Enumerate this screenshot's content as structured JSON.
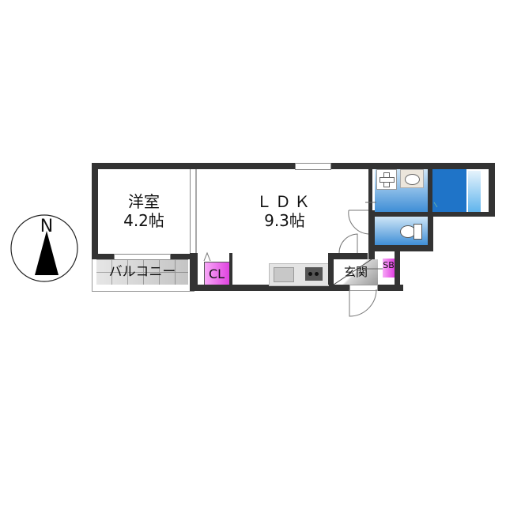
{
  "compass": {
    "label": "N",
    "icon": "north-arrow-icon"
  },
  "rooms": {
    "western_room": {
      "name": "洋室",
      "size": "4.2帖"
    },
    "ldk": {
      "name": "ＬＤＫ",
      "size": "9.3帖"
    },
    "balcony": {
      "name": "バルコニー"
    },
    "closet": {
      "name": "CL"
    },
    "entrance": {
      "name": "玄関"
    },
    "shoe_box": {
      "name": "SB"
    }
  },
  "fixtures": {
    "kitchen": {
      "sink_icon": "sink-icon",
      "stove_icon": "two-burner-stove-icon"
    },
    "washroom": {
      "washer_icon": "washing-machine-pan-icon",
      "basin_icon": "wash-basin-icon"
    },
    "toilet": {
      "icon": "toilet-icon"
    },
    "bathroom": {
      "icon": "bathtub-icon"
    }
  },
  "colors": {
    "wall": "#333333",
    "wet_area_blue": "#1f74c8",
    "light_blue": "#cfe6f7",
    "closet_magenta": "#e040e0",
    "balcony_grey": "#c9c9c9",
    "kitchen_grey": "#e4e4e4"
  }
}
